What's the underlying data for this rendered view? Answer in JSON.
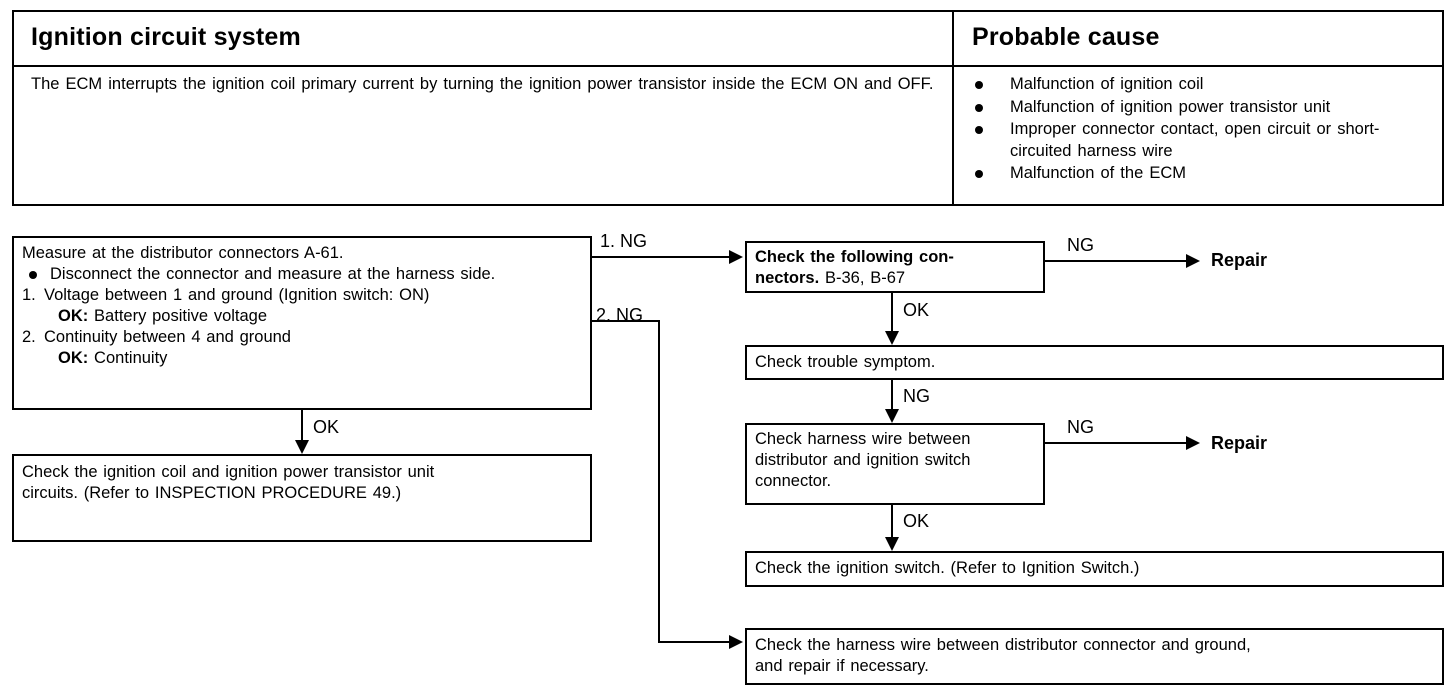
{
  "header": {
    "left_title": "Ignition circuit system",
    "right_title": "Probable cause",
    "description": "The ECM interrupts the ignition coil primary current by turning the ignition power transistor inside the ECM ON and OFF.",
    "causes": [
      "Malfunction of ignition coil",
      "Malfunction of ignition power transistor unit",
      "Improper connector contact, open circuit or short-circuited harness wire",
      "Malfunction of the ECM"
    ]
  },
  "flow": {
    "measure_box": {
      "title": "Measure at the distributor connectors A-61.",
      "bullet": "Disconnect the connector and measure at the harness side.",
      "step1_num": "1.",
      "step1": "Voltage between 1 and ground (Ignition switch: ON)",
      "step1_ok_label": "OK:",
      "step1_ok": "Battery positive voltage",
      "step2_num": "2.",
      "step2": "Continuity between 4 and ground",
      "step2_ok_label": "OK:",
      "step2_ok": "Continuity"
    },
    "coil_box_line1": "Check the ignition coil and ignition power transistor unit",
    "coil_box_line2": "circuits. (Refer to INSPECTION PROCEDURE 49.)",
    "connectors_box_line1": "Check the following con-",
    "connectors_box_line2": "nectors.",
    "connectors_box_values": " B-36, B-67",
    "symptom_box": "Check trouble symptom.",
    "harness_sw_line1": "Check harness wire between",
    "harness_sw_line2": "distributor and ignition switch",
    "harness_sw_line3": "connector.",
    "ign_switch_box": "Check the ignition switch. (Refer to Ignition Switch.)",
    "harness_gnd_line1": "Check the harness wire between distributor connector and ground,",
    "harness_gnd_line2": "and repair if necessary.",
    "labels": {
      "ng1": "1. NG",
      "ng2": "2. NG",
      "ng_connectors": "NG",
      "ng_harness": "NG",
      "ok_measure": "OK",
      "ok_connectors": "OK",
      "ng_symptom": "NG",
      "ok_harness": "OK",
      "repair_1": "Repair",
      "repair_2": "Repair"
    }
  },
  "colors": {
    "ink": "#000000",
    "paper": "#ffffff"
  }
}
